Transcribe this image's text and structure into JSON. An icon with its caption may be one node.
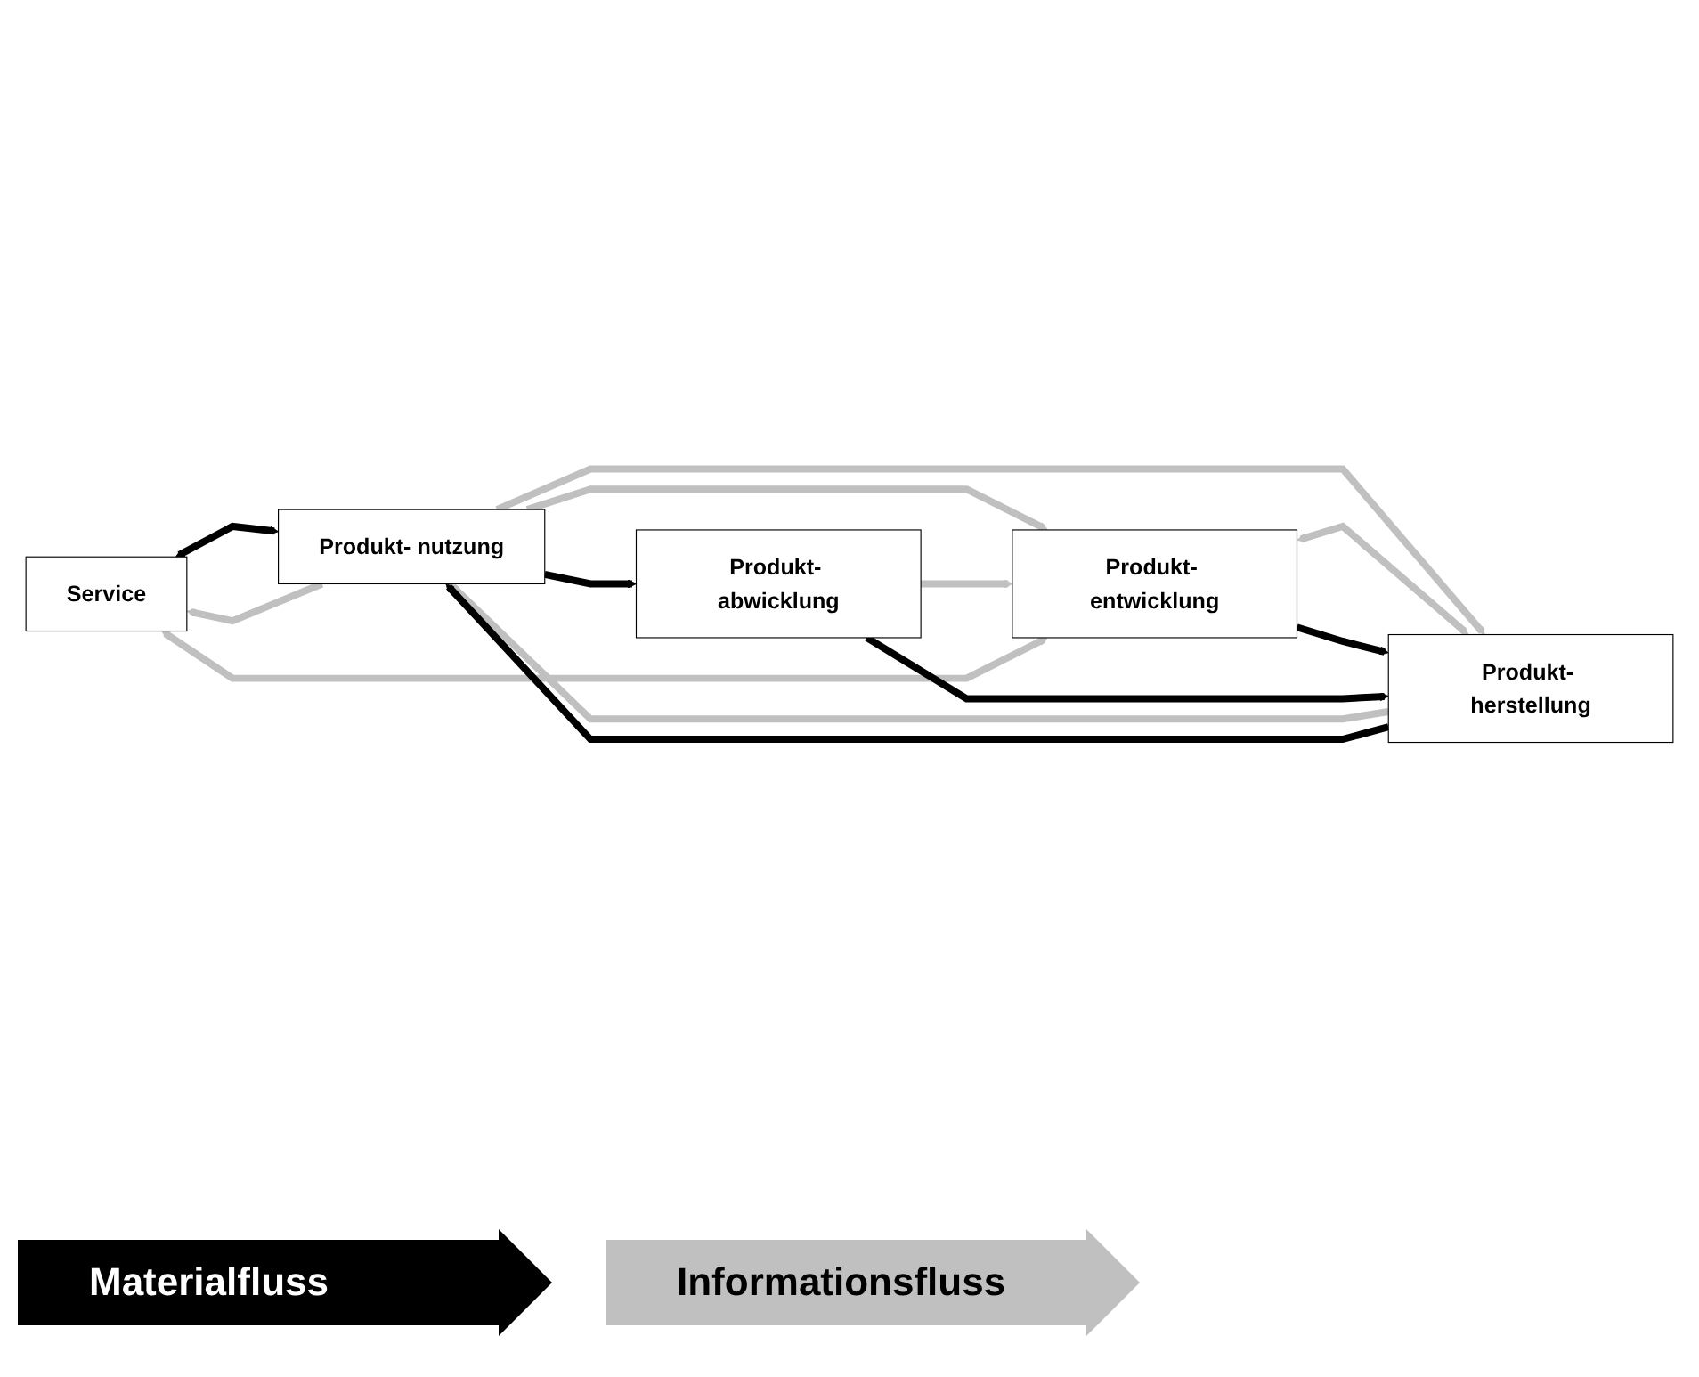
{
  "diagram": {
    "nodes": [
      {
        "text": [
          "Service"
        ]
      },
      {
        "text": [
          "Produkt- entwicklung"
        ]
      },
      {
        "text": [
          "Produkt- herstellung"
        ]
      },
      {
        "text": [
          "Produkt- nutzung"
        ]
      },
      {
        "text": [
          "Produkt- abwicklung"
        ]
      }
    ],
    "edges": [
      {
        "from": 1,
        "to": 0,
        "arrow": "both"
      },
      {
        "from": 3,
        "to": 1,
        "arrow": "to"
      },
      {
        "from": 3,
        "to": 2,
        "arrow": "to"
      },
      {
        "from": 0,
        "to": 3,
        "arrow": "both",
        "color": "#000000"
      },
      {
        "from": 3,
        "to": 0,
        "arrow": "to"
      },
      {
        "from": 1,
        "to": 2,
        "arrow": "both"
      },
      {
        "from": 1,
        "to": 2,
        "arrow": "to",
        "color": "#000000"
      },
      {
        "from": 2,
        "to": 3,
        "arrow": "to"
      },
      {
        "from": 2,
        "to": 3,
        "arrow": "to",
        "color": "#000000"
      },
      {
        "from": 3,
        "to": 4,
        "arrow": "to",
        "color": "#000000"
      },
      {
        "from": 4,
        "to": 2,
        "arrow": "to",
        "color": "#000000"
      },
      {
        "from": 4,
        "to": 1,
        "arrow": "to"
      }
    ],
    "legend": [
      {
        "text": "Materialfluss",
        "color": "#000000"
      },
      {
        "text": "Informationsfluss",
        "color": "#c0c0c0"
      }
    ]
  }
}
